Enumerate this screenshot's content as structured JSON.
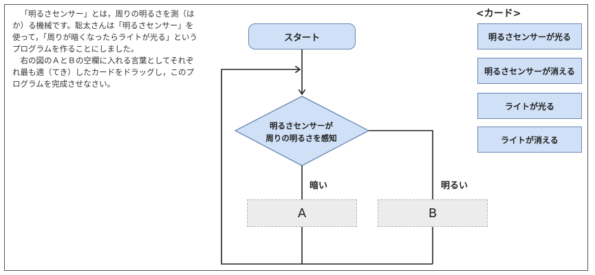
{
  "instructions": {
    "paragraph1": "「明るさセンサー」とは，周りの明るさを測（はか）る機械です。聡太さんは「明るさセンサー」を使って，「周りが暗くなったらライトが光る」というプログラムを作ることにしました。",
    "paragraph2": "右の図のＡとＢの空欄に入れる言葉としてそれぞれ最も適（てき）したカードをドラッグし，このプログラムを完成させなさい。"
  },
  "flowchart": {
    "start_label": "スタート",
    "decision_line1": "明るさセンサーが",
    "decision_line2": "周りの明るさを感知",
    "branch_dark": "暗い",
    "branch_bright": "明るい",
    "slot_a": "A",
    "slot_b": "B"
  },
  "cards": {
    "title": "<カード>",
    "items": [
      "明るさセンサーが光る",
      "明るさセンサーが消える",
      "ライトが光る",
      "ライトが消える"
    ]
  },
  "colors": {
    "box_fill": "#cfe0f7",
    "box_border": "#6a86b0",
    "slot_fill": "#ececec"
  }
}
